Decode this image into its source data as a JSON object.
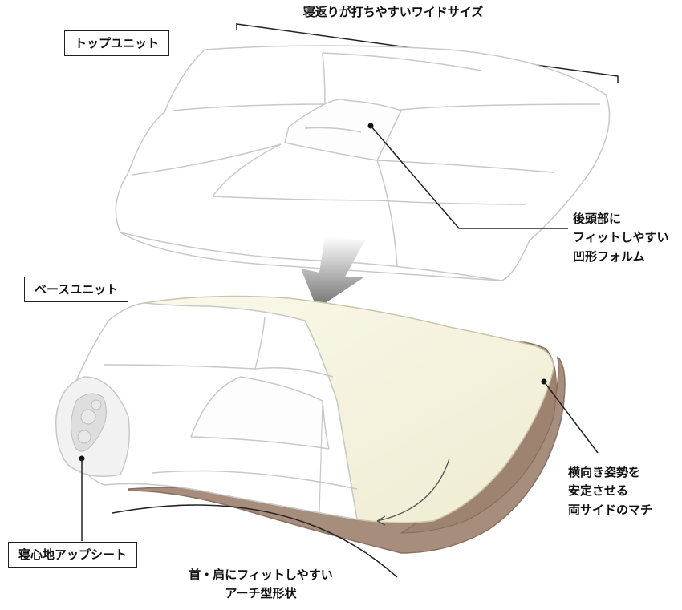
{
  "header": {
    "width_caption": "寝返りが打ちやすいワイドサイズ"
  },
  "labels": {
    "top_unit": "トップユニット",
    "base_unit": "ベースユニット",
    "comfort_sheet": "寝心地アップシート"
  },
  "callouts": {
    "head_fit": [
      "後頭部に",
      "フィットしやすい",
      "凹形フォルム"
    ],
    "side_gusset": [
      "横向き姿勢を",
      "安定させる",
      "両サイドのマチ"
    ],
    "arch_shape": [
      "首・肩にフィットしやすい",
      "アーチ型形状"
    ]
  },
  "colors": {
    "pillow_fill": "#ffffff",
    "pillow_line": "#c9c9c9",
    "cream": "#f4f2dc",
    "brown": "#a78d7b",
    "brown_dark": "#8a6f5e",
    "arrow_gray": "#8a8a8a"
  }
}
